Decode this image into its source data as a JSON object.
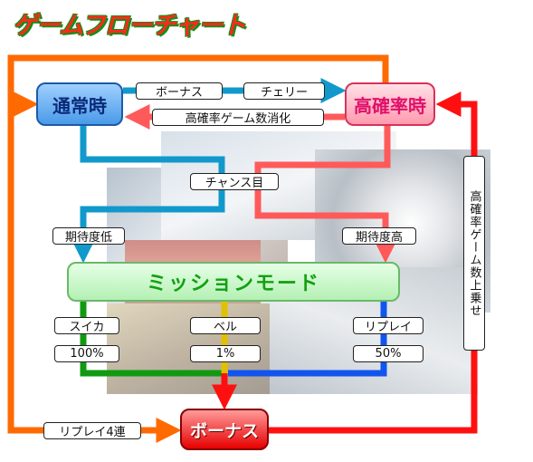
{
  "title": "ゲームフローチャート",
  "nodes": {
    "normal": "通常時",
    "high": "高確率時",
    "mission": "ミッションモード",
    "bonus": "ボーナス"
  },
  "edges": {
    "to_high_bonus": "ボーナス",
    "to_high_cherry": "チェリー",
    "high_to_normal": "高確率ゲーム数消化",
    "chance_eye": "チャンス目",
    "expect_low": "期待度低",
    "expect_high": "期待度高",
    "replay4": "リプレイ4連",
    "high_add": "高確率ゲーム数上乗せ"
  },
  "outcomes": [
    {
      "symbol": "スイカ",
      "rate": "100%",
      "color": "#119a11"
    },
    {
      "symbol": "ベル",
      "rate": "1%",
      "color": "#ccaa00"
    },
    {
      "symbol": "リプレイ",
      "rate": "50%",
      "color": "#1155ee"
    }
  ],
  "colors": {
    "orange": "#ff6a00",
    "blue": "#1199cc",
    "pink": "#ff5a5a",
    "red": "#ff1010",
    "green": "#119a11",
    "yellow": "#e0c000",
    "bonus_blue": "#1155ee"
  }
}
